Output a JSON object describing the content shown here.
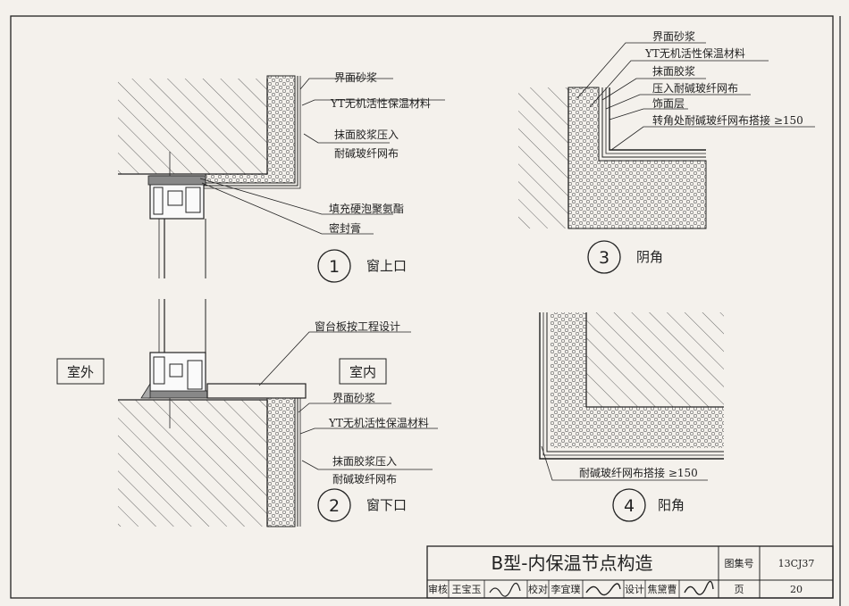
{
  "detail1": {
    "labels": [
      "界面砂浆",
      "YT无机活性保温材料",
      "抹面胶浆压入",
      "耐碱玻纤网布",
      "填充硬泡聚氨酯",
      "密封膏"
    ],
    "number": "1",
    "name": "窗上口"
  },
  "detail2": {
    "sill_label": "窗台板按工程设计",
    "outdoor": "室外",
    "indoor": "室内",
    "labels": [
      "界面砂浆",
      "YT无机活性保温材料",
      "抹面胶浆压入",
      "耐碱玻纤网布"
    ],
    "number": "2",
    "name": "窗下口"
  },
  "detail3": {
    "labels": [
      "界面砂浆",
      "YT无机活性保温材料",
      "抹面胶浆",
      "压入耐碱玻纤网布",
      "饰面层",
      "转角处耐碱玻纤网布搭接 ≥150"
    ],
    "number": "3",
    "name": "阴角"
  },
  "detail4": {
    "label": "耐碱玻纤网布搭接 ≥150",
    "number": "4",
    "name": "阳角"
  },
  "title_block": {
    "title": "B型-内保温节点构造",
    "atlas_label": "图集号",
    "atlas_no": "13CJ37",
    "page_label": "页",
    "page_no": "20",
    "review_label": "审核",
    "reviewer": "王宝玉",
    "check_label": "校对",
    "checker": "李宜璞",
    "design_label": "设计",
    "designer": "焦黛曹"
  }
}
